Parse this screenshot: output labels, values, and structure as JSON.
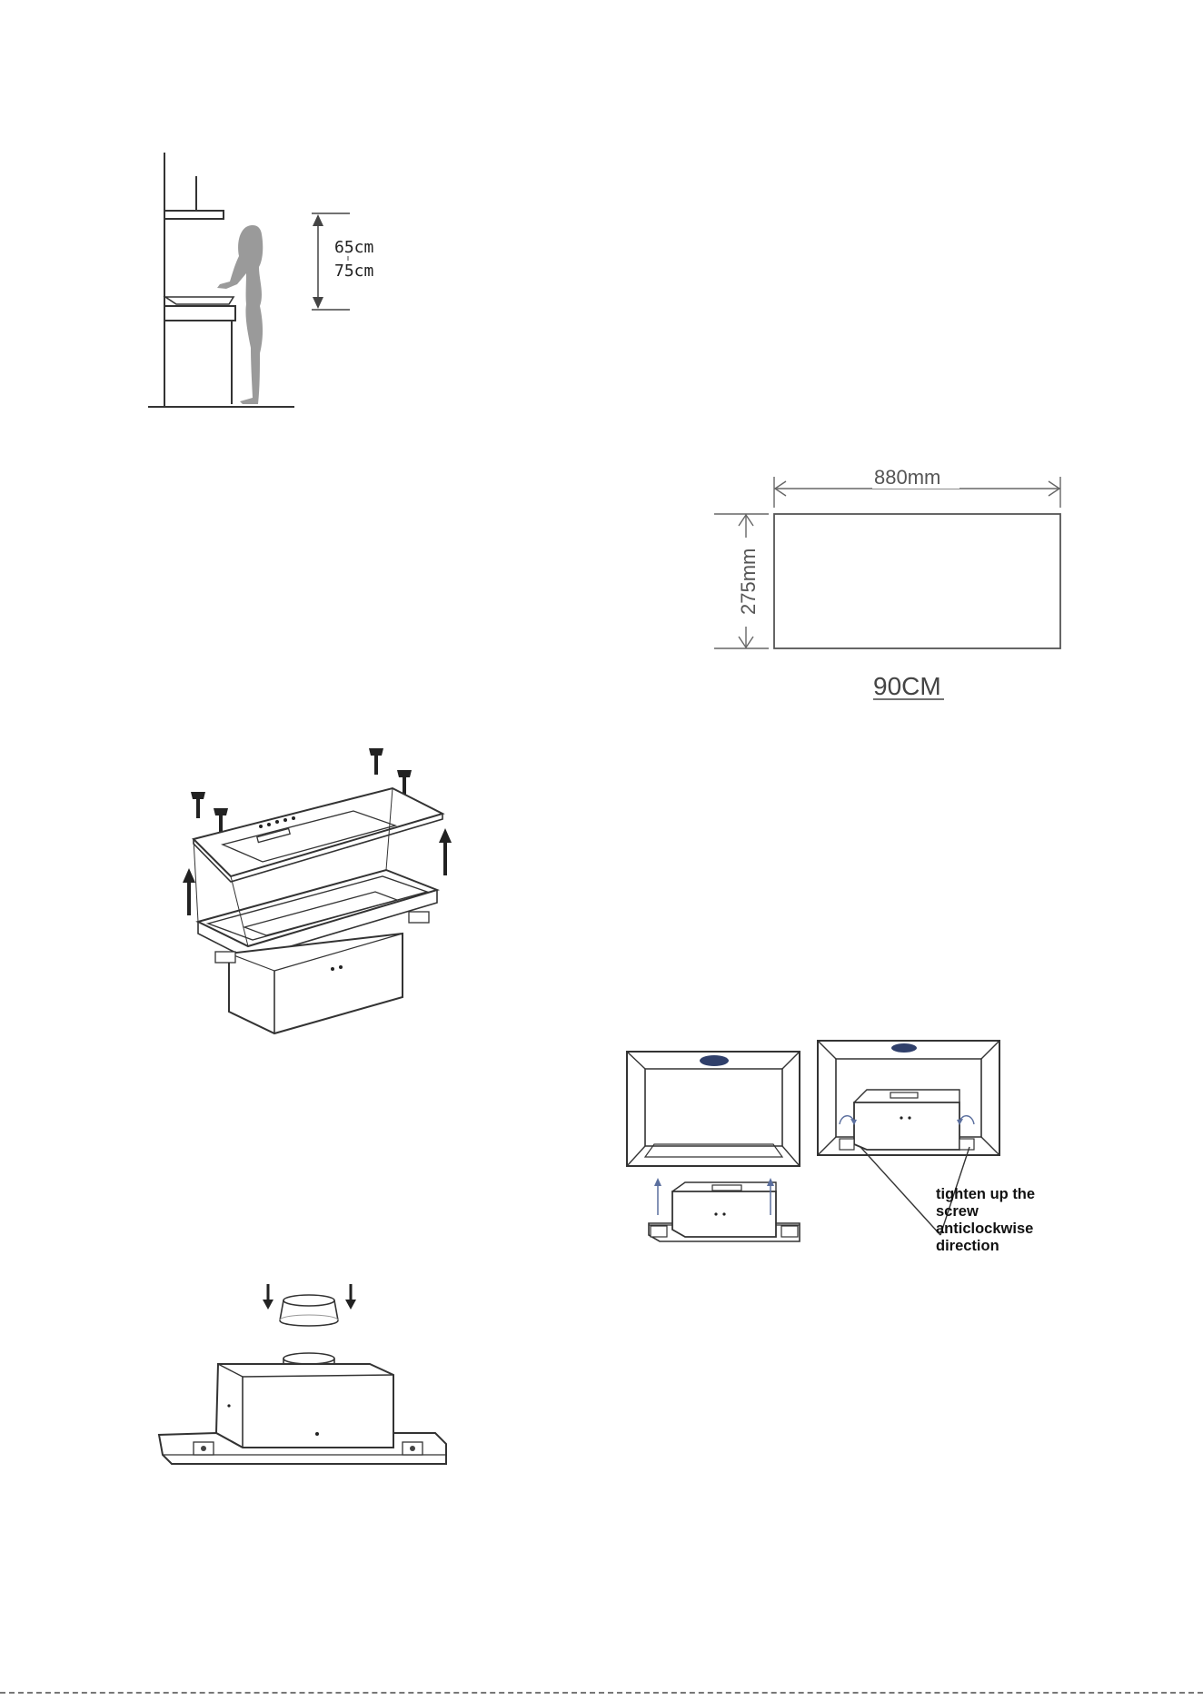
{
  "figures": {
    "height": {
      "top_label": "65cm",
      "bottom_label": "75cm"
    },
    "dimensions": {
      "width_label": "880mm",
      "height_label": "275mm",
      "caption": "90CM"
    },
    "cabinet_mount": {
      "note_lines": [
        "tighten up the",
        "screw",
        "anticlockwise",
        "direction"
      ]
    }
  }
}
